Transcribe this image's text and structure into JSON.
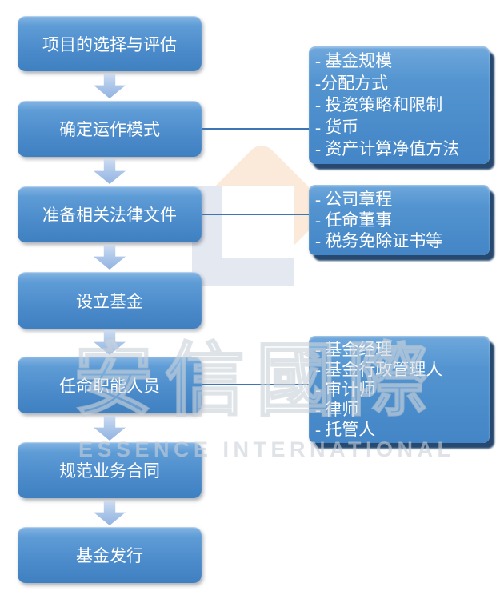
{
  "flow": {
    "steps": [
      {
        "label": "项目的选择与评估"
      },
      {
        "label": "确定运作模式"
      },
      {
        "label": "准备相关法律文件"
      },
      {
        "label": "设立基金"
      },
      {
        "label": "任命职能人员"
      },
      {
        "label": "规范业务合同"
      },
      {
        "label": "基金发行"
      }
    ]
  },
  "callouts": [
    {
      "linked_step": "确定运作模式",
      "items": [
        "- 基金规模",
        "-分配方式",
        "- 投资策略和限制",
        "- 货币",
        "- 资产计算净值方法"
      ]
    },
    {
      "linked_step": "准备相关法律文件",
      "items": [
        "- 公司章程",
        "- 任命董事",
        "- 税务免除证书等"
      ]
    },
    {
      "linked_step": "任命职能人员",
      "items": [
        "- 基金经理",
        "- 基金行政管理人",
        "- 审计师",
        "- 律师",
        "- 托管人"
      ]
    }
  ],
  "watermark": {
    "cjk": "安信國際",
    "latin": "ESSENCE INTERNATIONAL"
  },
  "colors": {
    "box_blue_top": "#85B5E3",
    "box_blue_bottom": "#3F80C0",
    "arrow_blue": "#A9C4E8",
    "connector_blue": "#3E76B4",
    "callout_shadow_navy": "#27496F",
    "watermark_gray": "#E6E9EC",
    "logo_peach": "#FBEAD9",
    "logo_frame_gray": "#E4E8F1",
    "text_white": "#FFFFFF"
  }
}
